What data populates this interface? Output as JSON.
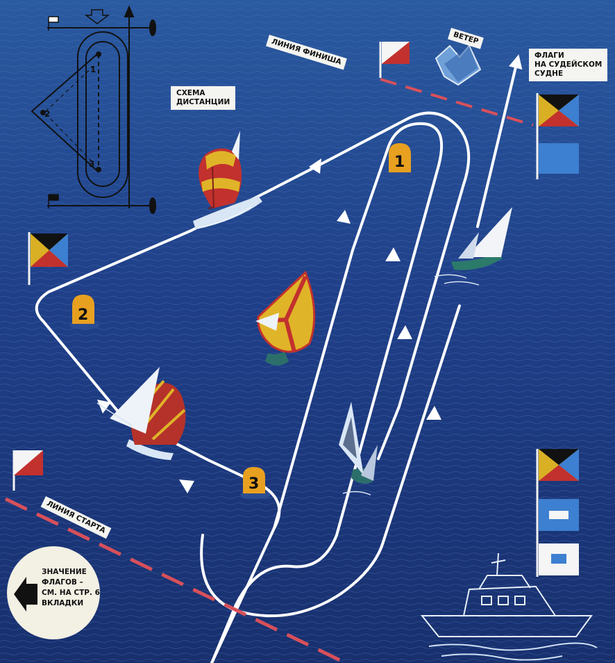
{
  "labels": {
    "scheme": [
      "СХЕМА",
      "ДИСТАНЦИИ"
    ],
    "finish_line": "ЛИНИЯ ФИНИША",
    "start_line": "ЛИНИЯ СТАРТА",
    "wind": "ВЕТЕР",
    "judge_flags": [
      "ФЛАГИ",
      "НА СУДЕЙСКОМ",
      "СУДНЕ"
    ]
  },
  "note": [
    "ЗНАЧЕНИЕ",
    "ФЛАГОВ –",
    "СМ. НА СТР. 6",
    "ВКЛАДКИ"
  ],
  "buoys": [
    "1",
    "2",
    "3"
  ],
  "scheme_marks": [
    "1",
    "2",
    "3"
  ],
  "colors": {
    "sea": "#1e3f85",
    "course_line": "#ffffff",
    "line_dash": "#d8505a",
    "buoy": "#e8a020",
    "flag_blue": "#3d7fd0",
    "flag_red": "#c2312e",
    "flag_yellow": "#e3b620"
  },
  "icons": [
    "sailboat-icon",
    "buoy-icon",
    "flag-icon",
    "motor-boat-icon",
    "wind-arrow-icon",
    "left-arrow-icon"
  ]
}
